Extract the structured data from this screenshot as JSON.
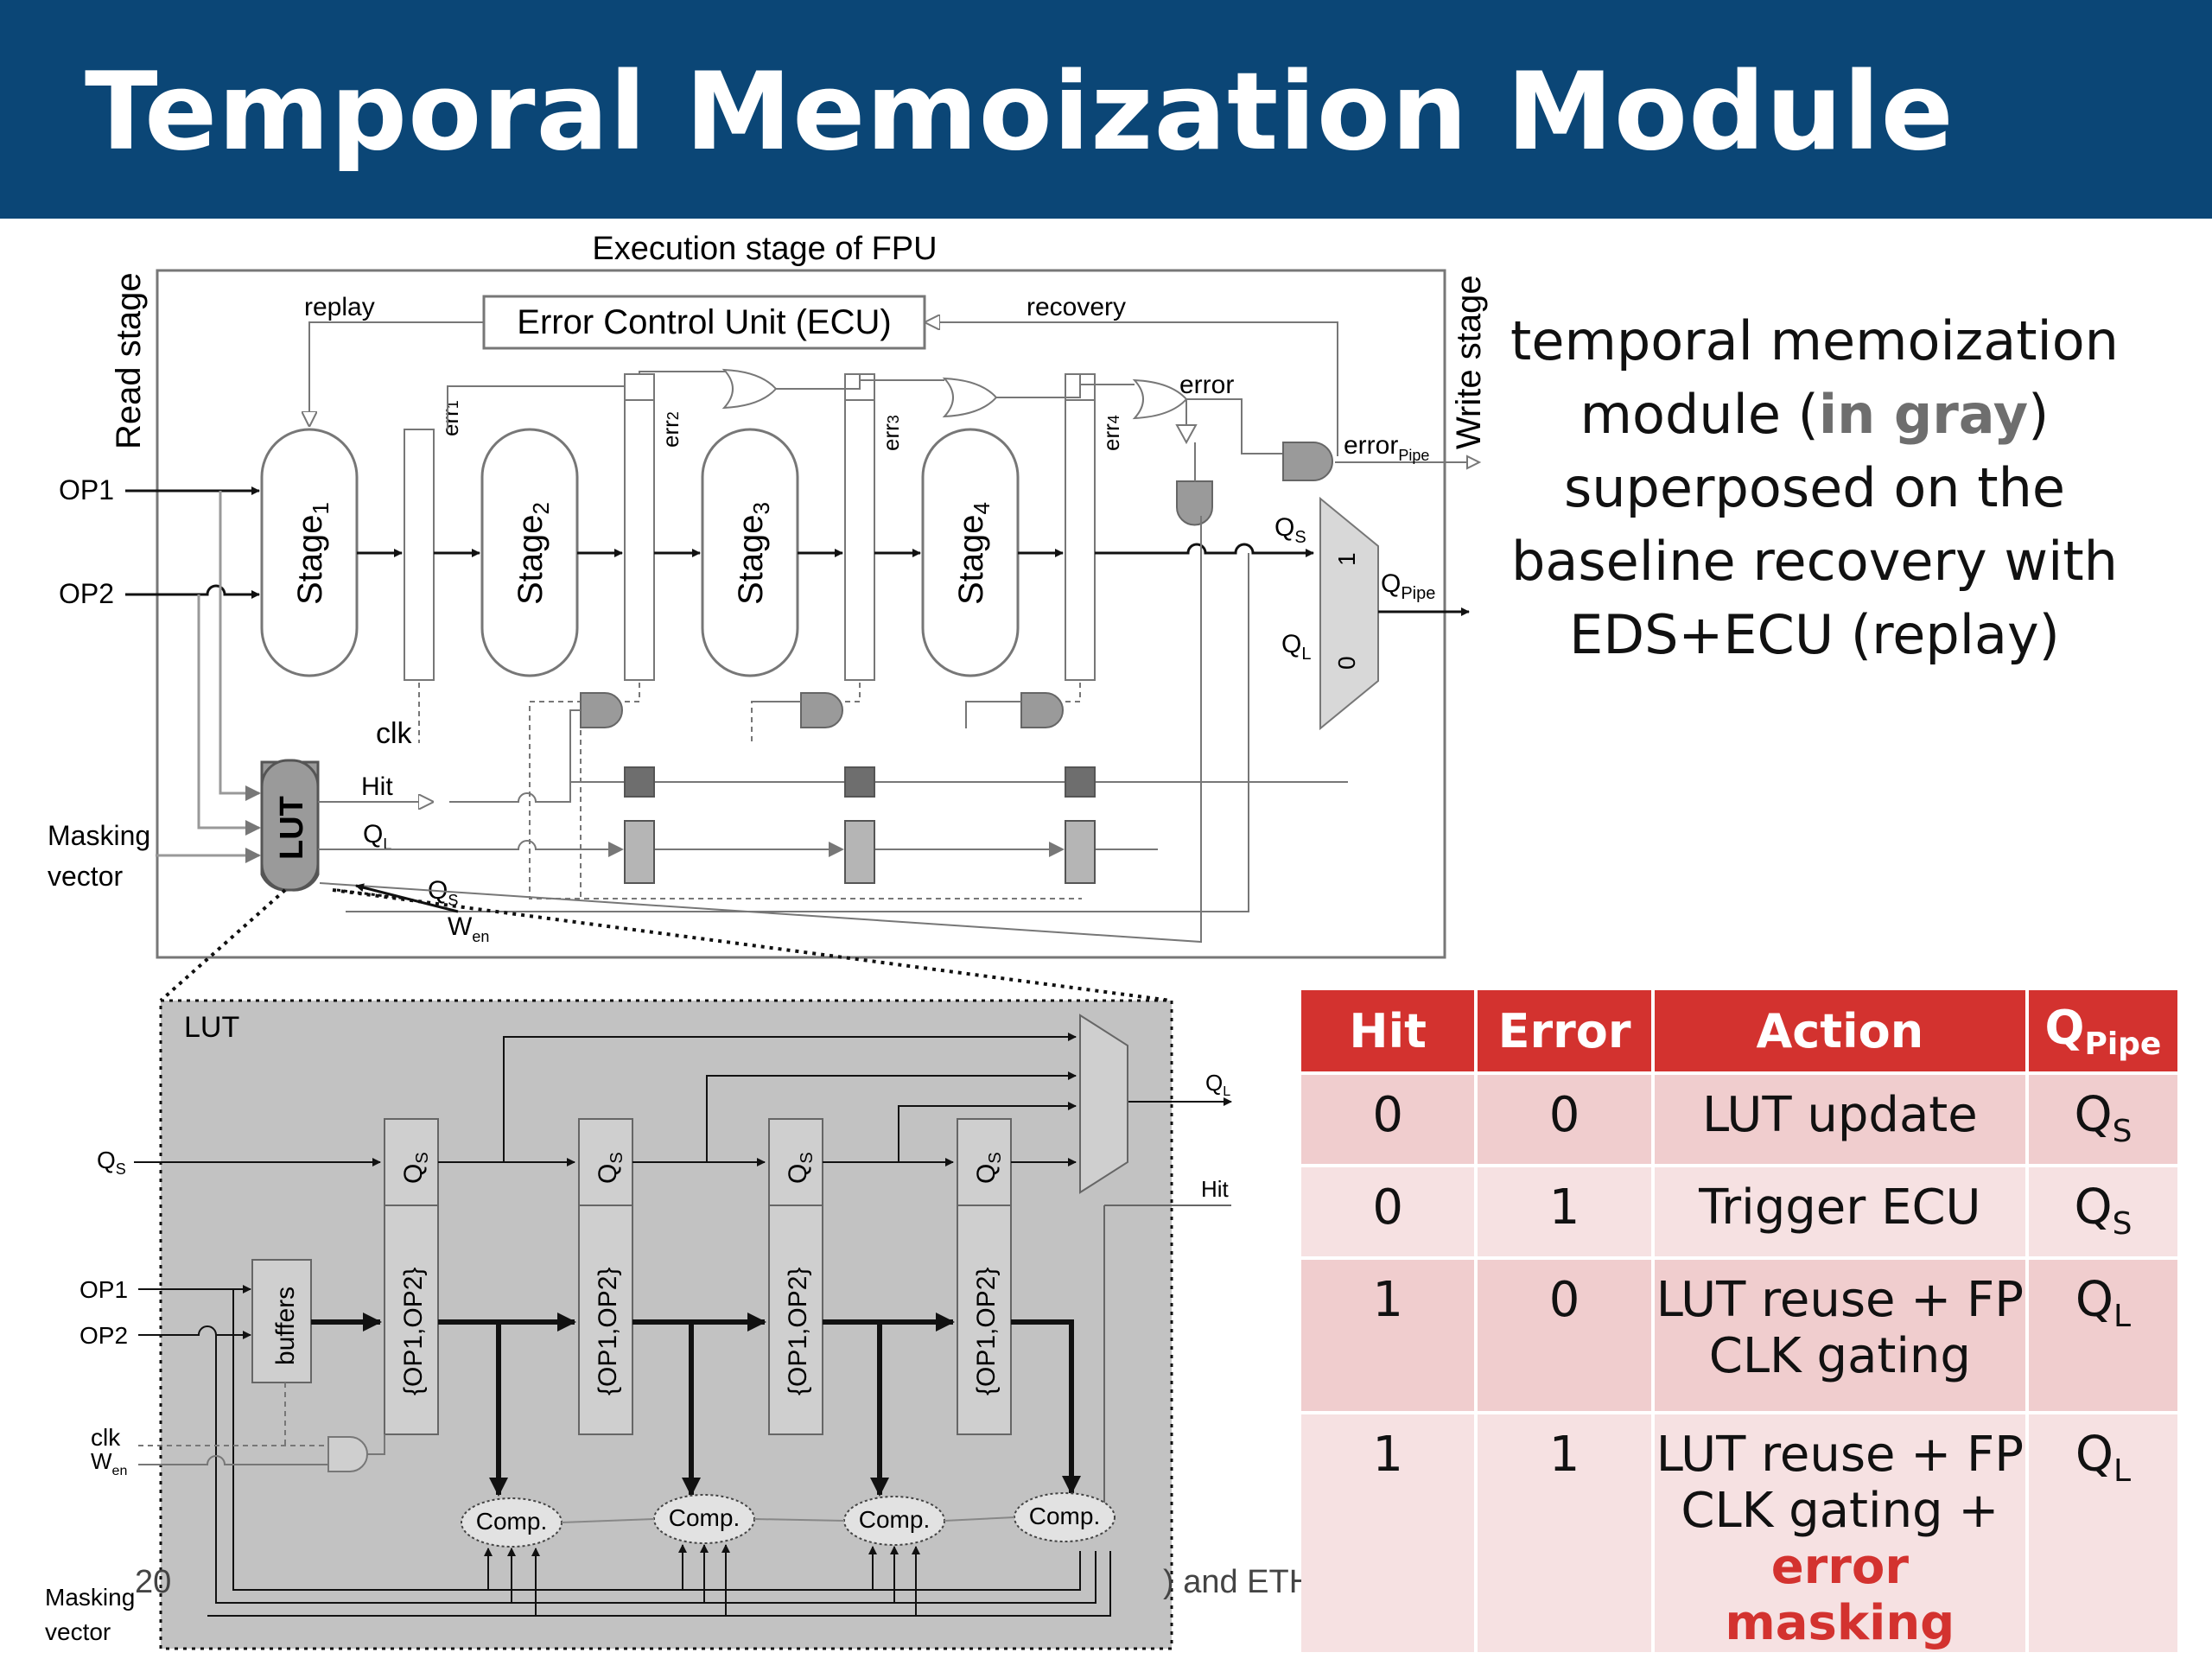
{
  "header": {
    "title": "Temporal Memoization Module"
  },
  "description": {
    "line1": "temporal memoization",
    "line2_pre": "module (",
    "line2_gray": "in gray",
    "line2_post": ")",
    "line3": "superposed on the",
    "line4": "baseline recovery with",
    "line5": "EDS+ECU (replay)"
  },
  "pipeline_diagram": {
    "title": "Execution stage of FPU",
    "read_stage": "Read stage",
    "write_stage": "Write stage",
    "ecu": "Error Control Unit (ECU)",
    "replay": "replay",
    "recovery": "recovery",
    "op1": "OP1",
    "op2": "OP2",
    "stage1": "Stage",
    "stage1_sub": "1",
    "stage2": "Stage",
    "stage2_sub": "2",
    "stage3": "Stage",
    "stage3_sub": "3",
    "stage4": "Stage",
    "stage4_sub": "4",
    "err1": "err",
    "err1_sub": "1",
    "err2": "err",
    "err2_sub": "2",
    "err3": "err",
    "err3_sub": "3",
    "err4": "err",
    "err4_sub": "4",
    "error": "error",
    "error_pipe": "error",
    "error_pipe_sub": "Pipe",
    "qs": "Q",
    "qs_sub": "S",
    "ql": "Q",
    "ql_sub": "L",
    "qpipe": "Q",
    "qpipe_sub": "Pipe",
    "mux_1": "1",
    "mux_0": "0",
    "clk": "clk",
    "hit": "Hit",
    "lut": "LUT",
    "lut_ql": "Q",
    "lut_ql_sub": "L",
    "lut_qs": "Q",
    "lut_qs_sub": "S",
    "wen": "W",
    "wen_sub": "en",
    "masking1": "Masking",
    "masking2": "vector"
  },
  "lut_diagram": {
    "title": "LUT",
    "qs_in": "Q",
    "qs_in_sub": "S",
    "op1": "OP1",
    "op2": "OP2",
    "clk": "clk",
    "wen": "W",
    "wen_sub": "en",
    "masking1": "Masking",
    "masking2": "vector",
    "buffers": "buffers",
    "reg_qs": "Q",
    "reg_qs_sub": "S",
    "reg_ops": "{OP1,OP2}",
    "comp": "Comp.",
    "ql_out": "Q",
    "ql_out_sub": "L",
    "hit_out": "Hit"
  },
  "footer": {
    "left": "20",
    "right": ") and ETH"
  },
  "table": {
    "headers": {
      "hit": "Hit",
      "error": "Error",
      "action": "Action",
      "qpipe": "Q",
      "qpipe_sub": "Pipe"
    },
    "rows": [
      {
        "hit": "0",
        "error": "0",
        "action": "LUT update",
        "q": "Q",
        "q_sub": "S"
      },
      {
        "hit": "0",
        "error": "1",
        "action": "Trigger ECU",
        "q": "Q",
        "q_sub": "S"
      },
      {
        "hit": "1",
        "error": "0",
        "action_l1": "LUT reuse + FP",
        "action_l2": "CLK gating",
        "q": "Q",
        "q_sub": "L"
      },
      {
        "hit": "1",
        "error": "1",
        "action_l1": "LUT reuse + FP",
        "action_l2": "CLK gating +",
        "action_l3": "error masking",
        "q": "Q",
        "q_sub": "L"
      }
    ]
  },
  "colors": {
    "header_bg": "#0b4676",
    "table_header": "#d3322f",
    "row_dark": "#f0cdce",
    "row_light": "#f6e1e2",
    "memo_gray": "#a8a8a8"
  }
}
